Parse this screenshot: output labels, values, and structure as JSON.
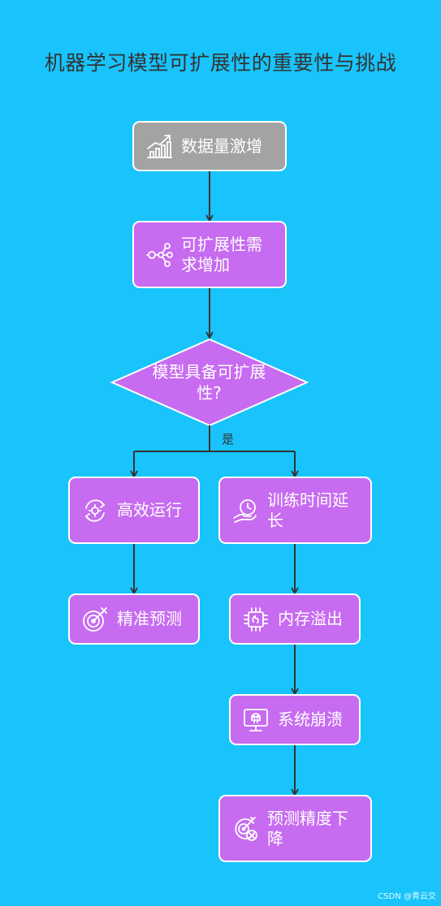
{
  "diagram": {
    "title": "机器学习模型可扩展性的重要性与挑战",
    "nodes": {
      "data_surge": "数据量激增",
      "demand_increase": "可扩展性需求增加",
      "decision": "模型具备可扩展性?",
      "efficient": "高效运行",
      "training_time": "训练时间延长",
      "accurate": "精准预测",
      "memory_overflow": "内存溢出",
      "system_crash": "系统崩溃",
      "accuracy_drop": "预测精度下降"
    },
    "edge_labels": {
      "yes": "是"
    },
    "icons": {
      "data_surge": "chart-growth-icon",
      "demand_increase": "network-hub-icon",
      "efficient": "gear-cycle-icon",
      "training_time": "clock-hand-icon",
      "accurate": "target-arrow-icon",
      "memory_overflow": "chip-icon",
      "system_crash": "monitor-skull-icon",
      "accuracy_drop": "target-x-icon"
    },
    "colors": {
      "background": "#18c4fb",
      "process_node": "#c76bf0",
      "start_node": "#a3a3a3",
      "connector": "#333333"
    }
  },
  "watermark": "CSDN @青云交"
}
